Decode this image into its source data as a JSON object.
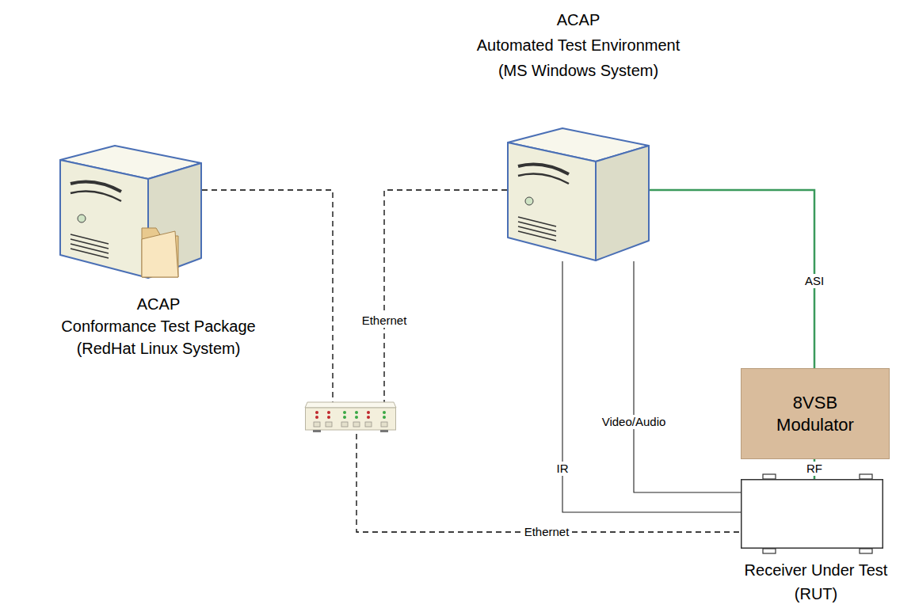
{
  "diagram": {
    "nodes": [
      {
        "text": [
          "ACAP",
          "Automated Test Environment (MS Windows System)"
        ]
      },
      {
        "text": [
          "ACAP",
          "Conformance Test Package (RedHat Linux System)"
        ]
      },
      {
        "text": []
      },
      {
        "text": [
          "8VSB Modulator"
        ]
      },
      {
        "text": [
          "Receiver Under Test (RUT)"
        ]
      }
    ],
    "edges": [
      {
        "from": 1,
        "to": 2,
        "arrow": "none"
      },
      {
        "from": 0,
        "to": 2,
        "label": "Ethernet",
        "arrow": "none"
      },
      {
        "from": 2,
        "to": 4,
        "label": "Ethernet",
        "arrow": "none"
      },
      {
        "from": 0,
        "to": 3,
        "label": "ASI",
        "arrow": "none"
      },
      {
        "from": 3,
        "to": 4,
        "label": "RF",
        "arrow": "none"
      },
      {
        "from": 0,
        "to": 4,
        "label": "IR",
        "arrow": "none"
      },
      {
        "from": 0,
        "to": 4,
        "label": "Video/Audio",
        "arrow": "none"
      }
    ]
  }
}
